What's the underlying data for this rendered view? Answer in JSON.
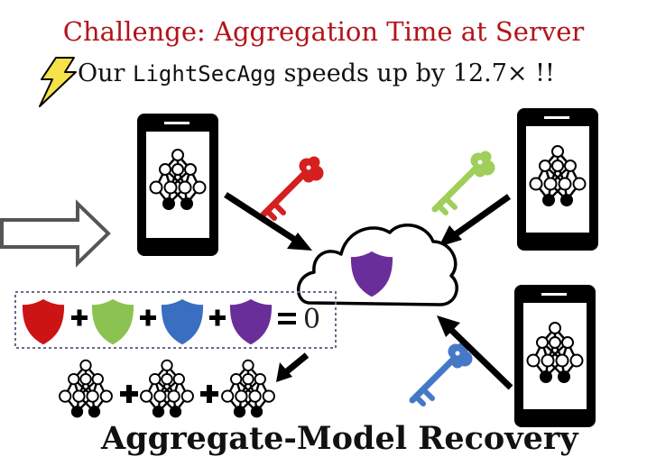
{
  "title": "Challenge: Aggregation Time at Server",
  "subtitle": {
    "prefix": "Our",
    "method": "LightSecAgg",
    "suffix": "speeds up by 12.7× !!"
  },
  "equation": {
    "result": "0"
  },
  "caption": "Aggregate-Model Recovery",
  "colors": {
    "title": "#b3131b",
    "key_red": "#d42020",
    "key_green": "#9fcf5a",
    "key_blue": "#4678c8",
    "shield_red": "#cc1414",
    "shield_green": "#8cc252",
    "shield_blue": "#3a6ec0",
    "shield_purple": "#6a2e9a",
    "lightning": "#f5e14a"
  },
  "icons": [
    "lightning-icon",
    "smartphone-icon",
    "neural-network-icon",
    "key-icon",
    "cloud-icon",
    "shield-icon",
    "hollow-arrow-icon"
  ]
}
